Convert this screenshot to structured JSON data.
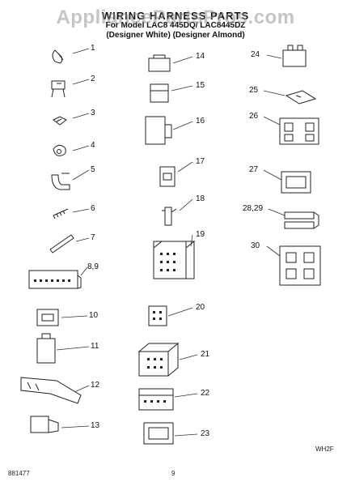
{
  "header": {
    "title": "WIRING HARNESS PARTS",
    "model_line": "For Model LAC8 445DQ/ LAC8445DZ",
    "color_line": "(Designer White) (Designer Almond)"
  },
  "watermark": "AppliancePartsPros.com",
  "callouts": [
    "1",
    "2",
    "3",
    "4",
    "5",
    "6",
    "7",
    "8,9",
    "10",
    "11",
    "12",
    "13",
    "14",
    "15",
    "16",
    "17",
    "18",
    "19",
    "20",
    "21",
    "22",
    "23",
    "24",
    "25",
    "26",
    "27",
    "28,29",
    "30"
  ],
  "footer": {
    "left": "881477",
    "center": "9",
    "right": "WH2F"
  }
}
